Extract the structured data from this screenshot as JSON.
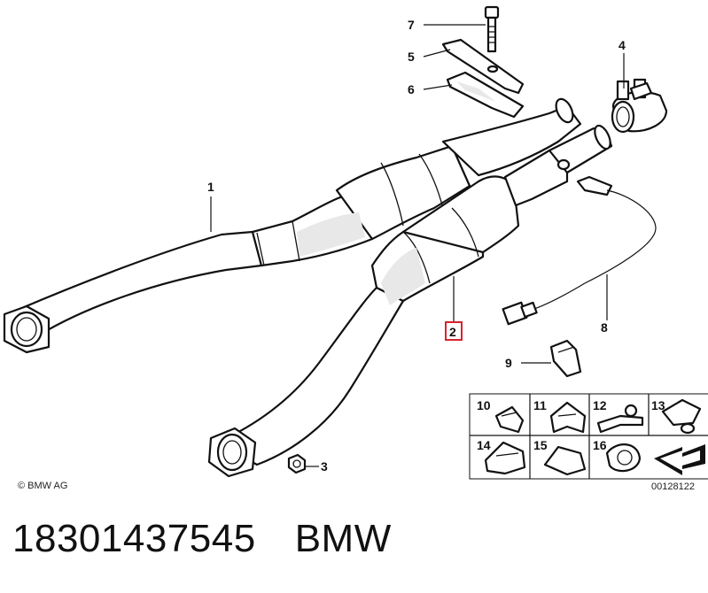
{
  "parts": [
    {
      "num": "1"
    },
    {
      "num": "2",
      "highlighted": true
    },
    {
      "num": "3"
    },
    {
      "num": "4"
    },
    {
      "num": "5"
    },
    {
      "num": "6"
    },
    {
      "num": "7"
    },
    {
      "num": "8"
    },
    {
      "num": "9"
    }
  ],
  "inset_parts": [
    "10",
    "11",
    "12",
    "13",
    "14",
    "15",
    "16"
  ],
  "highlight_color": "#d9232d",
  "copyright": "© BMW AG",
  "diagram_id": "00128122",
  "caption": {
    "part_number": "18301437545",
    "brand": "BMW"
  }
}
